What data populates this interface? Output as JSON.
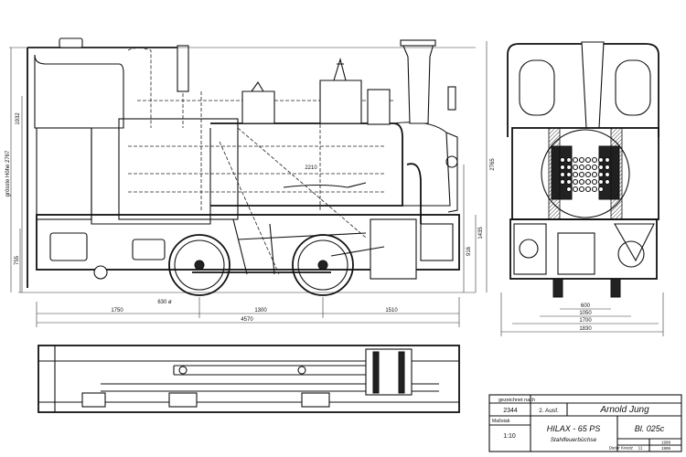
{
  "dimensions": {
    "side_horizontal": [
      "1750",
      "1300",
      "1510"
    ],
    "side_total": "4570",
    "wheel_dia": "630 ø",
    "side_vertical": [
      "grösste Höhe 2767",
      "1932",
      "755",
      "2210",
      "2765",
      "1435",
      "916"
    ],
    "front_horizontal": [
      "600",
      "1050",
      "1700",
      "1830"
    ]
  },
  "title_block": {
    "drawn_by_label": "gezeichnet nach",
    "number": "2344",
    "edition": "2. Ausf.",
    "maker": "Arnold Jung",
    "scale_label": "Maßstab",
    "scale": "1:10",
    "model": "HILAX - 65 PS",
    "subtitle": "Stahlfeuerbüchse",
    "sheet": "Bl. 025c",
    "author": "Dieter Kreutz",
    "year1": "1998",
    "year2": "1999",
    "sheet_no": "11"
  }
}
